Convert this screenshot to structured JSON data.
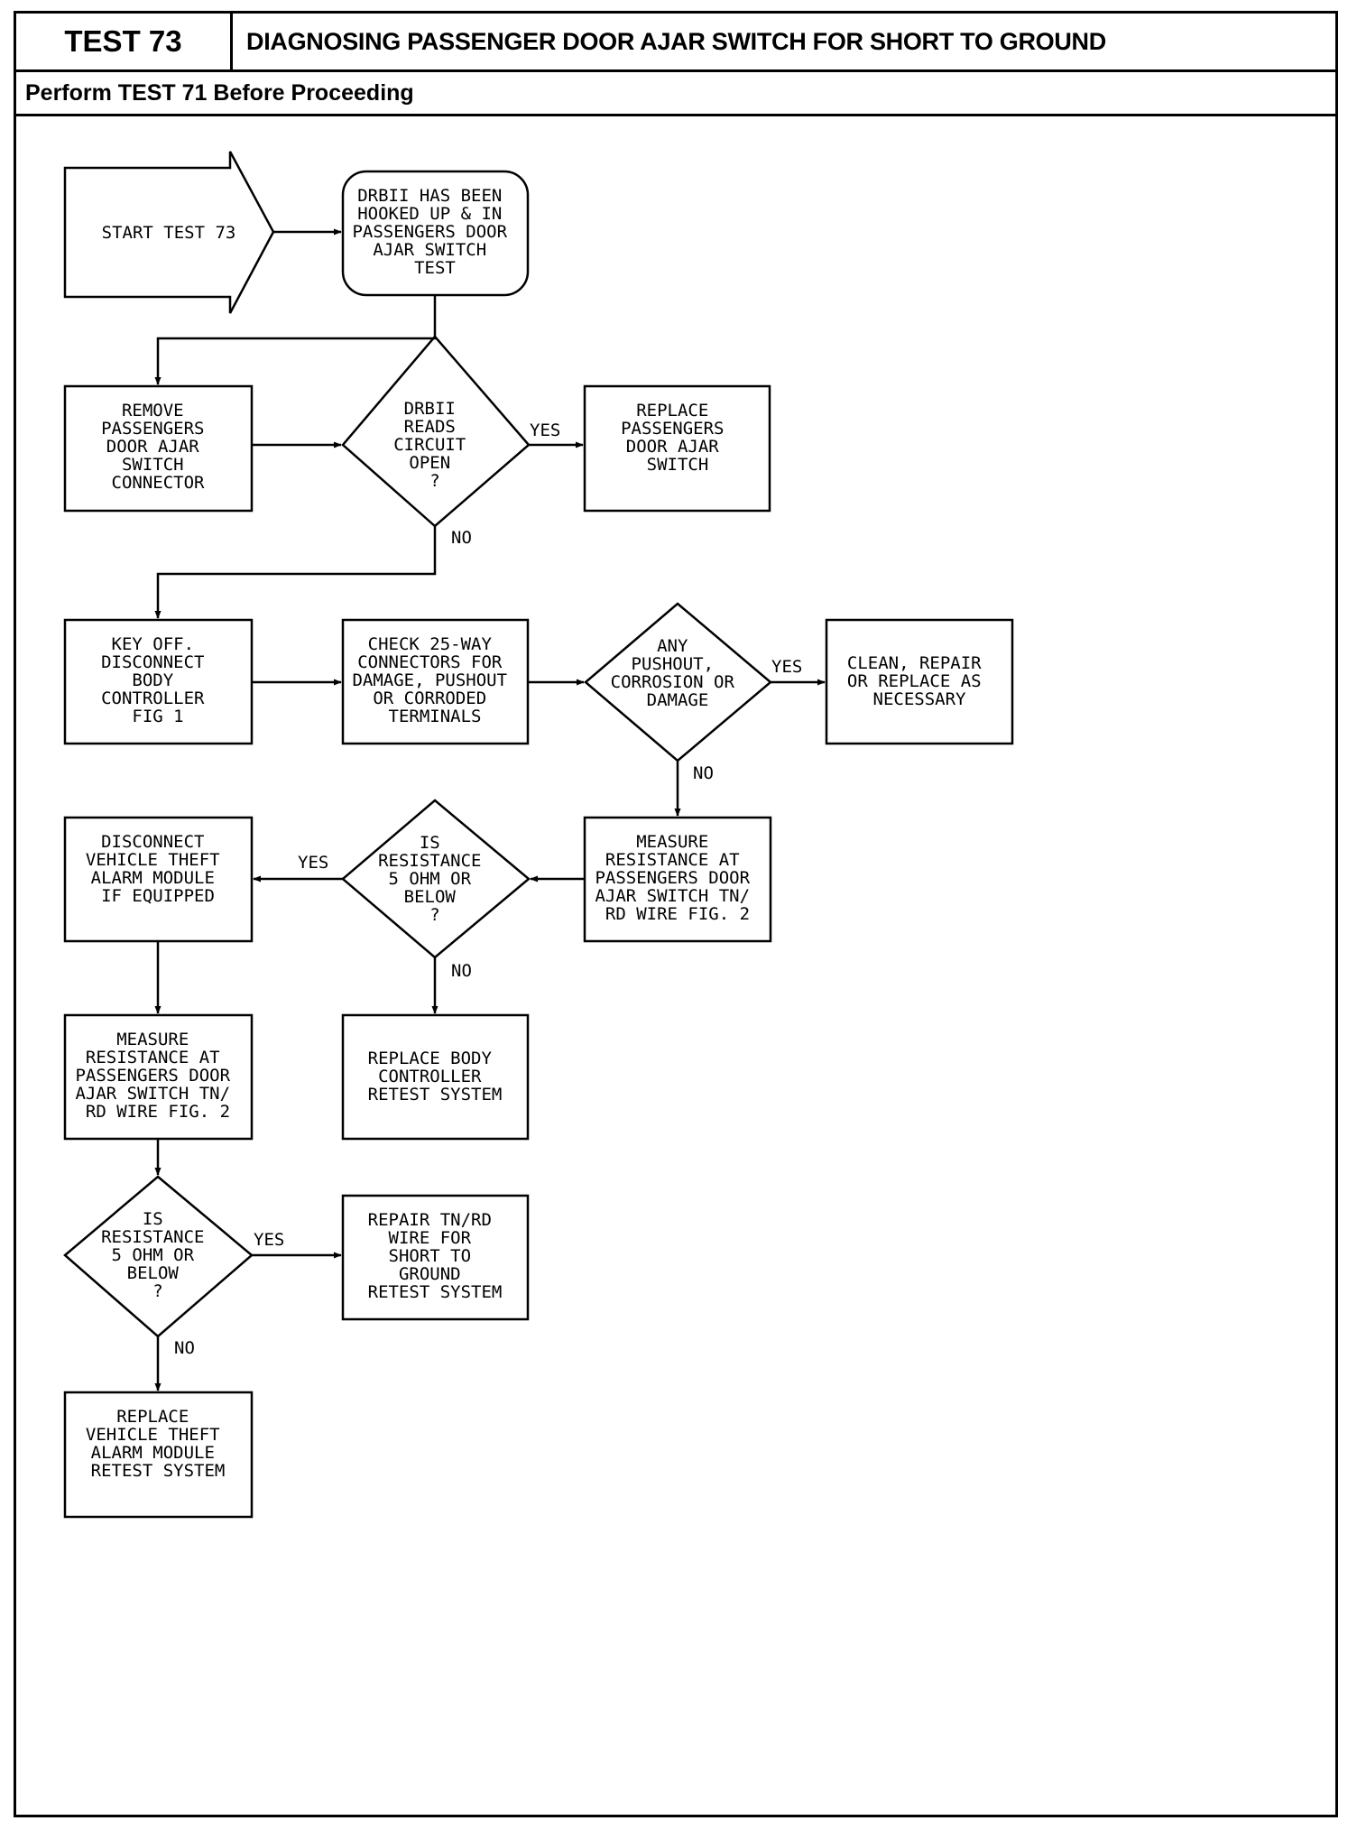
{
  "header": {
    "test_number": "TEST 73",
    "title": "DIAGNOSING PASSENGER DOOR AJAR SWITCH FOR SHORT TO GROUND",
    "prerequisite": "Perform TEST 71 Before Proceeding"
  },
  "flowchart": {
    "start": "START TEST 73",
    "nodes": {
      "n1": [
        "DRBII HAS BEEN",
        "HOOKED UP & IN",
        "PASSENGERS DOOR",
        "AJAR SWITCH",
        "TEST"
      ],
      "n2": [
        "REMOVE",
        "PASSENGERS",
        "DOOR AJAR",
        "SWITCH",
        "CONNECTOR"
      ],
      "d1": [
        "DRBII",
        "READS",
        "CIRCUIT",
        "OPEN",
        "?"
      ],
      "n3": [
        "REPLACE",
        "PASSENGERS",
        "DOOR AJAR",
        "SWITCH"
      ],
      "n4": [
        "KEY OFF.",
        "DISCONNECT",
        "BODY",
        "CONTROLLER",
        "FIG 1"
      ],
      "n5": [
        "CHECK 25-WAY",
        "CONNECTORS FOR",
        "DAMAGE, PUSHOUT",
        "OR CORRODED",
        "TERMINALS"
      ],
      "d2": [
        "ANY",
        "PUSHOUT,",
        "CORROSION OR",
        "DAMAGE"
      ],
      "n6": [
        "CLEAN, REPAIR",
        "OR REPLACE AS",
        "NECESSARY"
      ],
      "n7": [
        "MEASURE",
        "RESISTANCE AT",
        "PASSENGERS DOOR",
        "AJAR SWITCH TN/",
        "RD WIRE FIG. 2"
      ],
      "d3": [
        "IS",
        "RESISTANCE",
        "5 OHM OR",
        "BELOW",
        "?"
      ],
      "n8": [
        "DISCONNECT",
        "VEHICLE THEFT",
        "ALARM MODULE",
        "IF EQUIPPED"
      ],
      "n9": [
        "REPLACE BODY",
        "CONTROLLER",
        "RETEST SYSTEM"
      ],
      "n10": [
        "MEASURE",
        "RESISTANCE AT",
        "PASSENGERS DOOR",
        "AJAR SWITCH TN/",
        "RD WIRE FIG. 2"
      ],
      "d4": [
        "IS",
        "RESISTANCE",
        "5 OHM OR",
        "BELOW",
        "?"
      ],
      "n11": [
        "REPAIR TN/RD",
        "WIRE FOR",
        "SHORT TO",
        "GROUND",
        "RETEST SYSTEM"
      ],
      "n12": [
        "REPLACE",
        "VEHICLE THEFT",
        "ALARM MODULE",
        "RETEST SYSTEM"
      ]
    },
    "yes": "YES",
    "no": "NO"
  }
}
